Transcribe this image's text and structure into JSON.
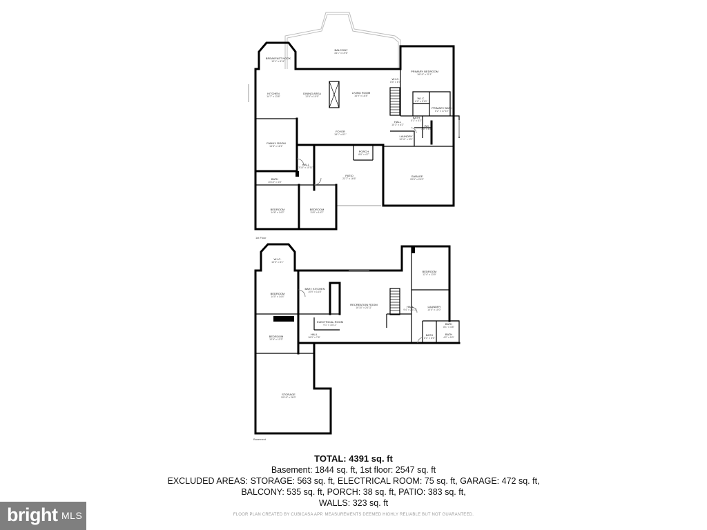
{
  "floors": [
    {
      "label": "1st Floor",
      "rooms": [
        {
          "name": "BALCONY",
          "dim": "34'1\" x 19'6\""
        },
        {
          "name": "BREAKFAST NOOK",
          "dim": "12'1\" x 8'11\""
        },
        {
          "name": "PRIMARY BEDROOM",
          "dim": "16'10\" x 21'1\""
        },
        {
          "name": "KITCHEN",
          "dim": "14'7\" x 13'8\""
        },
        {
          "name": "DINING AREA",
          "dim": "12'6\" x 10'9\""
        },
        {
          "name": "LIVING ROOM",
          "dim": "16'9\" x 18'8\""
        },
        {
          "name": "W.I.C.",
          "dim": "8'0\" x 6'7\""
        },
        {
          "name": "W.I.C.",
          "dim": "6'0\" x 5'10\""
        },
        {
          "name": "PRIMARY BATH",
          "dim": "8'2\" x 17'10\""
        },
        {
          "name": "BATH",
          "dim": "5'1\" x 5'2\""
        },
        {
          "name": "WC",
          "dim": "3'0\" x 6'8\""
        },
        {
          "name": "HALL",
          "dim": "10'3\" x 6'2\""
        },
        {
          "name": "FOYER",
          "dim": "18'1\" x 8'1\""
        },
        {
          "name": "FAMILY ROOM",
          "dim": "14'8\" x 18'1\""
        },
        {
          "name": "LAUNDRY",
          "dim": "10'11\" x 5'5\""
        },
        {
          "name": "PORCH",
          "dim": "8'8\" x 4'7\""
        },
        {
          "name": "HALL",
          "dim": "3'10\" x 15'11\""
        },
        {
          "name": "PATIO",
          "dim": "23'7\" x 16'6\""
        },
        {
          "name": "GARAGE",
          "dim": "20'6\" x 20'0\""
        },
        {
          "name": "BATH",
          "dim": "10'10\" x 4'8\""
        },
        {
          "name": "BEDROOM",
          "dim": "14'8\" x 14'2\""
        },
        {
          "name": "BEDROOM",
          "dim": "11'8\" x 14'2\""
        }
      ]
    },
    {
      "label": "Basement",
      "rooms": [
        {
          "name": "W.I.C.",
          "dim": "10'0\" x 8'1\""
        },
        {
          "name": "BEDROOM",
          "dim": "12'4\" x 13'9\""
        },
        {
          "name": "BEDROOM",
          "dim": "14'0\" x 14'4\""
        },
        {
          "name": "BAR / KITCHEN",
          "dim": "10'9\" x 14'8\""
        },
        {
          "name": "RECREATION ROOM",
          "dim": "16'10\" x 24'11\""
        },
        {
          "name": "HALL",
          "dim": "9'4\" x 24'11\""
        },
        {
          "name": "LAUNDRY",
          "dim": "10'0\" x 10'0\""
        },
        {
          "name": "BATH",
          "dim": "8'1\" x 4'8\""
        },
        {
          "name": "ELECTRICAL ROOM",
          "dim": "9'1\" x 10'11\""
        },
        {
          "name": "BEDROOM",
          "dim": "12'6\" x 13'3\""
        },
        {
          "name": "HALL",
          "dim": "16'3\" x 7'8\""
        },
        {
          "name": "BATH",
          "dim": "8'1\" x 8'6\""
        },
        {
          "name": "BATH",
          "dim": "4'2\" x 5'0\""
        },
        {
          "name": "STORAGE",
          "dim": "20'10\" x 26'0\""
        }
      ]
    }
  ],
  "summary": {
    "total": "TOTAL: 4391 sq. ft",
    "line1": "Basement: 1844 sq. ft, 1st floor: 2547 sq. ft",
    "line2": "EXCLUDED AREAS: STORAGE: 563 sq. ft, ELECTRICAL ROOM: 75 sq. ft, GARAGE: 472 sq. ft,",
    "line3": "BALCONY: 535 sq. ft, PORCH: 38 sq. ft, PATIO: 383 sq. ft,",
    "line4": "WALLS: 323 sq. ft"
  },
  "disclaimer": "FLOOR PLAN CREATED BY CUBICASA APP. MEASUREMENTS DEEMED HIGHLY RELIABLE BUT NOT GUARANTEED.",
  "logo": {
    "brand": "bright",
    "suffix": "MLS"
  },
  "colors": {
    "wall": "#000000",
    "logo_bg": "#7f7f7f",
    "disclaimer": "#9a9a9a"
  }
}
